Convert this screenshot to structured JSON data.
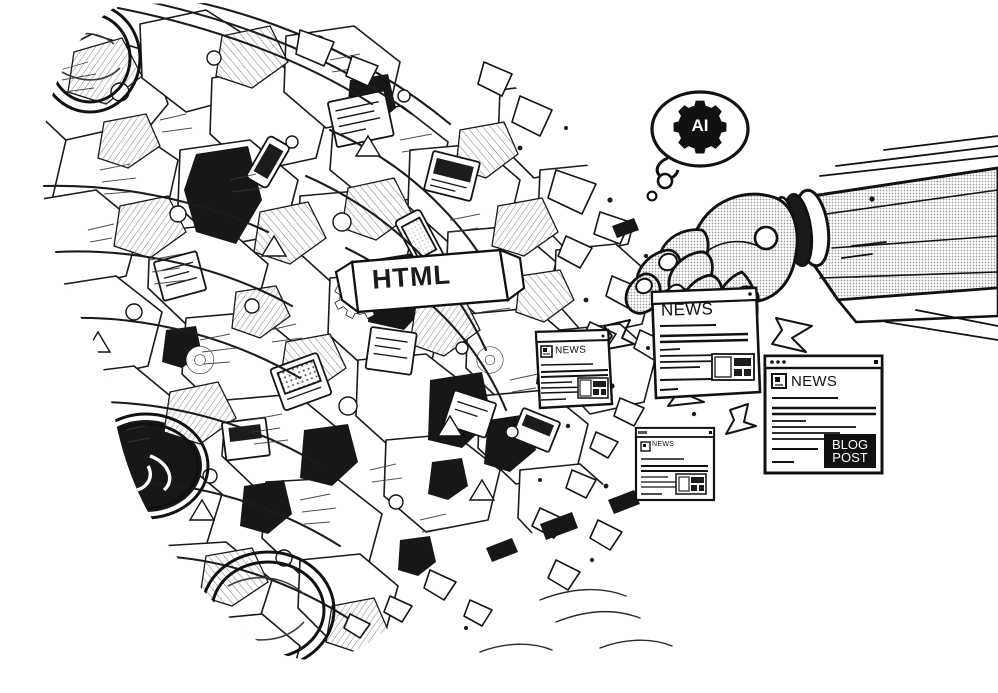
{
  "illustration": {
    "title": "AI robot arm generating news content from chaotic media mass",
    "style": "black-and-white line art, comic halftone shading",
    "background_color": "#ffffff",
    "ink_color": "#111111",
    "halftone_color": "#bdbdbd"
  },
  "thought_bubble": {
    "name": "ai-thought-bubble",
    "icon": "gear-icon",
    "label": "AI",
    "tail_bubbles": 2
  },
  "banner": {
    "label": "HTML",
    "note": "ribbon banner inside the chaotic mass"
  },
  "cards": [
    {
      "id": "news-card-held",
      "title": "NEWS",
      "has_header_bar": true,
      "has_icon": false,
      "text_lines": 9,
      "has_thumbnail": true,
      "badge": null
    },
    {
      "id": "news-card-mid",
      "title": "NEWS",
      "has_header_bar": true,
      "has_icon": true,
      "icon": "newspaper-icon",
      "text_lines": 8,
      "has_thumbnail": true,
      "badge": null
    },
    {
      "id": "news-card-blog",
      "title": "NEWS",
      "has_header_bar": true,
      "has_icon": true,
      "icon": "newspaper-icon",
      "text_lines": 9,
      "has_thumbnail": false,
      "badge": "BLOG\nPOST"
    },
    {
      "id": "news-card-small",
      "title": "NEWS",
      "has_header_bar": true,
      "has_icon": true,
      "icon": "newspaper-icon",
      "text_lines": 8,
      "has_thumbnail": true,
      "badge": null
    }
  ],
  "robot_arm": {
    "name": "robot-arm",
    "parts": [
      "fingers",
      "thumb",
      "palm",
      "wrist-joint",
      "forearm"
    ],
    "finger_count": 4,
    "shading": "halftone"
  },
  "chaos_mass": {
    "name": "chaotic-media-mass",
    "description": "dense doodle cluster of crumpled paper, screens, gears, devices and documents",
    "accent_circles": 3
  },
  "debris": {
    "name": "paper-debris",
    "description": "scattered paper fragments, shards and arrow shapes dispersing rightward"
  }
}
